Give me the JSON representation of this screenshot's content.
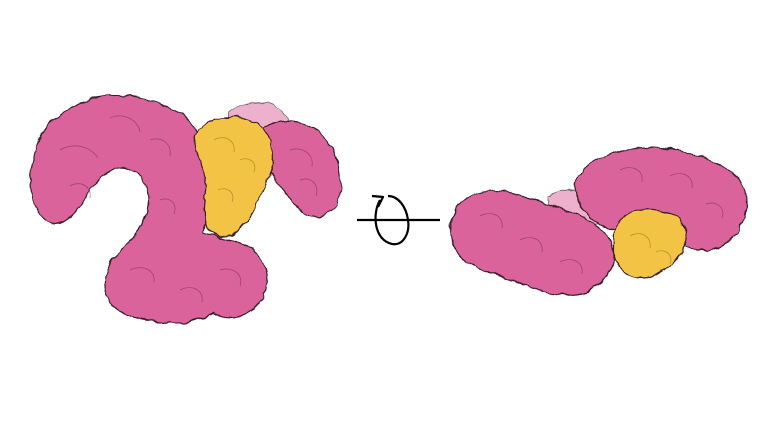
{
  "illustration": {
    "views": [
      {
        "name": "front-view",
        "domains": [
          "pink-chain",
          "yellow-chain"
        ]
      },
      {
        "name": "rotated-view",
        "domains": [
          "pink-chain",
          "yellow-chain"
        ]
      }
    ],
    "rotation_symbol": "rotate-about-horizontal-axis-icon"
  },
  "colors": {
    "pink": "#d9639a",
    "pink_light": "#e58fb8",
    "yellow": "#f3c344",
    "outline": "#3a1d2a",
    "background": "#ffffff"
  }
}
